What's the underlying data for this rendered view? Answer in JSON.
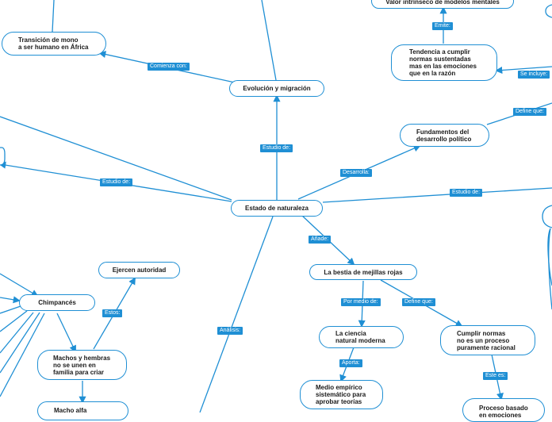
{
  "nodes": {
    "valor_intrinseco": "Valor intrínseco de modelos mentales",
    "transicion": "Transición de mono\na ser humano en África",
    "tendencia": "Tendencia a cumplir\nnormas sustentadas\nmas en las emociones\nque en  la razón",
    "evolucion": "Evolución y migración",
    "fundamentos": "Fundamentos del\ndesarrollo político",
    "estado_naturaleza": "Estado de naturaleza",
    "ejercen_autoridad": "Ejercen autoridad",
    "bestia": "La bestia de mejillas rojas",
    "chimpances": "Chimpancés",
    "ciencia": "La ciencia\nnatural moderna",
    "cumplir_normas": "Cumplir normas\nno es un proceso\npuramente racional",
    "machos_hembras": "Machos y hembras\nno se unen en\nfamilia para criar",
    "medio_empirico": "Medio empírico\nsistemático para\naprobar teorías",
    "macho_alfa": "Macho alfa",
    "proceso_basado": "Proceso basado\nen emociones"
  },
  "tags": {
    "emite": "Emite:",
    "comienza_con": "Comienza con:",
    "se_incluye": "Se incluye:",
    "define_que_top": "Define que:",
    "estudio_de_1": "Estudio de:",
    "desarrolla": "Desarrolla:",
    "estudio_de_2": "Estudio de:",
    "estudio_de_3": "Estudio de:",
    "anade": "Añade:",
    "estos": "Estos:",
    "analisis": "Análisis:",
    "por_medio_de": "Por medio de:",
    "define_que": "Define que:",
    "aporta": "Aporta:",
    "este_es": "Este es:"
  },
  "colors": {
    "line": "#1f8fd4",
    "tag_bg": "#1f8fd4",
    "tag_text": "#ffffff",
    "node_border": "#1f8fd4",
    "node_bg": "#ffffff",
    "text": "#1a1a1a"
  }
}
